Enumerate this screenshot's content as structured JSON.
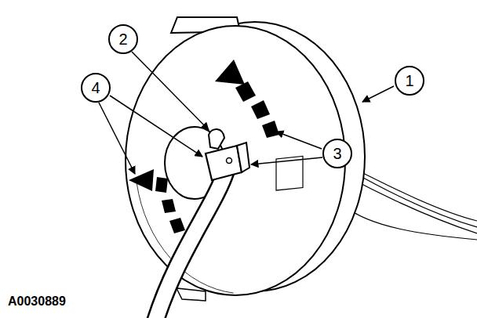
{
  "diagram": {
    "labels": [
      "1",
      "2",
      "3",
      "4",
      "A0030889"
    ]
  }
}
